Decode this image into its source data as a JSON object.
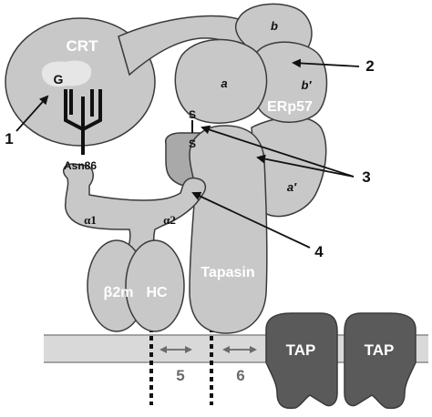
{
  "colors": {
    "domain_light": "#c8c8c8",
    "domain_medium": "#a9a9a9",
    "outline": "#3a3a3a",
    "tap": "#5a5a5a",
    "membrane_band": "#d9d9d9",
    "membrane_line": "#8a8a8a",
    "label_white": "#ffffff",
    "label_dark": "#111111",
    "label_grey": "#6a6a6a"
  },
  "labels": {
    "crt": "CRT",
    "glucose": "G",
    "asn": "Asn86",
    "alpha1": "α1",
    "alpha2": "α2",
    "b2m": "β2m",
    "hc": "HC",
    "tapasin": "Tapasin",
    "erp57": "ERp57",
    "domain_a": "a",
    "domain_b": "b",
    "domain_b_prime": "b′",
    "domain_a_prime": "a′",
    "disulfide_s_top": "S",
    "disulfide_s_bottom": "S",
    "tap_left": "TAP",
    "tap_right": "TAP"
  },
  "callouts": {
    "n1": "1",
    "n2": "2",
    "n3": "3",
    "n4": "4",
    "n5": "5",
    "n6": "6"
  }
}
